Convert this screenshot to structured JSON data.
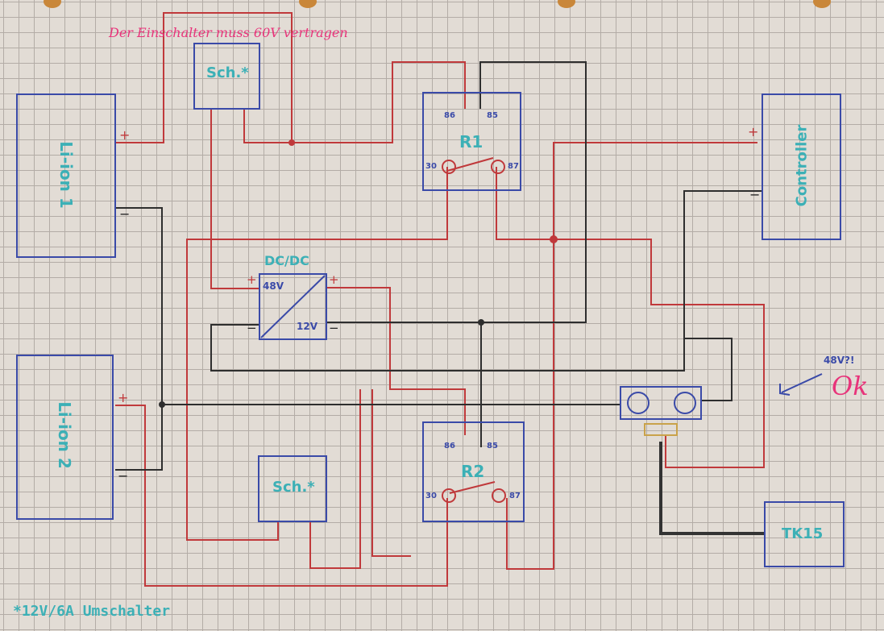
{
  "annotations": {
    "top_note": "Der Einschalter muss 60V vertragen",
    "bottom_note": "*12V/6A Umschalter",
    "voltage_question": "48V?!",
    "ok": "Ok"
  },
  "components": {
    "battery1": {
      "label": "Li-ion 1",
      "plus": "+",
      "minus": "−"
    },
    "battery2": {
      "label": "Li-ion 2",
      "plus": "+",
      "minus": "−"
    },
    "controller": {
      "label": "Controller",
      "plus": "+",
      "minus": "−"
    },
    "switch_top": {
      "label": "Sch.*"
    },
    "switch_bottom": {
      "label": "Sch.*"
    },
    "dcdc": {
      "title": "DC/DC",
      "in": "48V",
      "out": "12V",
      "plus_in": "+",
      "minus_in": "−",
      "plus_out": "+",
      "minus_out": "−"
    },
    "relay1": {
      "label": "R1",
      "pin86": "86",
      "pin85": "85",
      "pin30": "30",
      "pin87": "87"
    },
    "relay2": {
      "label": "R2",
      "pin86": "86",
      "pin85": "85",
      "pin30": "30",
      "pin87": "87"
    },
    "tk15": {
      "label": "TK15"
    }
  },
  "colors": {
    "positive_wire": "#c0393b",
    "negative_wire": "#2e2e2e",
    "box": "#3a4aa8",
    "label": "#3cb0b6",
    "note": "#e8337a"
  }
}
